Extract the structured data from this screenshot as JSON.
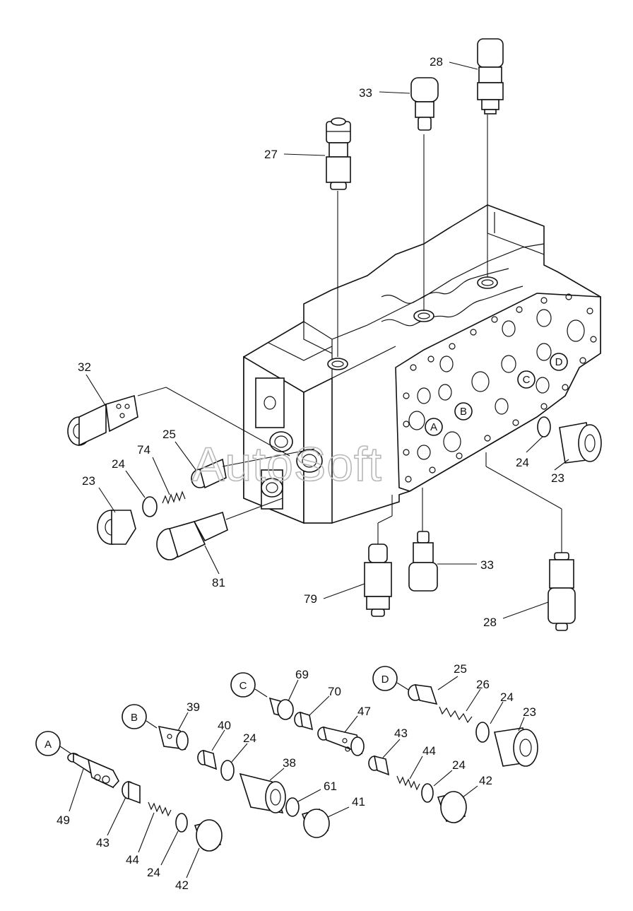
{
  "watermark": "AutoSoft",
  "callouts": {
    "c28_top": "28",
    "c33_top": "33",
    "c27": "27",
    "c32": "32",
    "c25_left": "25",
    "c74": "74",
    "c24_left": "24",
    "c23_left": "23",
    "c81": "81",
    "c79": "79",
    "c33_bottom": "33",
    "c28_bottom": "28",
    "c24_right": "24",
    "c23_right": "23",
    "c69": "69",
    "c70": "70",
    "c47": "47",
    "c39": "39",
    "c40": "40",
    "c24_mid": "24",
    "c38": "38",
    "c61": "61",
    "c41": "41",
    "c25_d": "25",
    "c26": "26",
    "c24_d": "24",
    "c23_d": "23",
    "c43_mid": "43",
    "c44_mid": "44",
    "c24_mid2": "24",
    "c42_mid": "42",
    "c49": "49",
    "c43_a": "43",
    "c44_a": "44",
    "c24_a": "24",
    "c42_a": "42"
  },
  "port_markers": {
    "a_body": "A",
    "b_body": "B",
    "c_body": "C",
    "d_body": "D",
    "a_group": "A",
    "b_group": "B",
    "c_group": "C",
    "d_group": "D"
  }
}
